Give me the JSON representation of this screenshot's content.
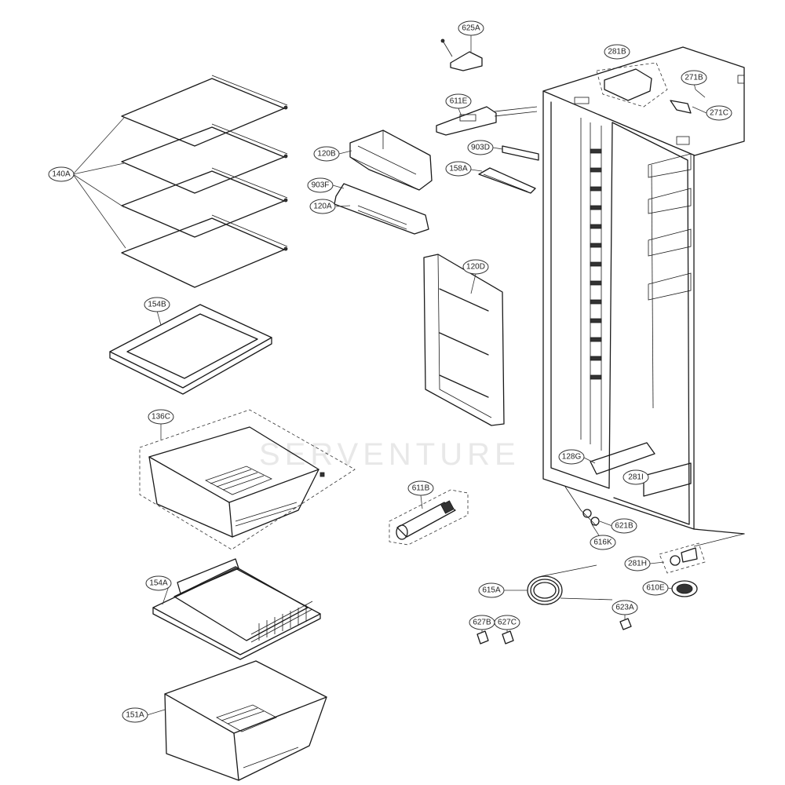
{
  "diagram": {
    "watermark": "SERVENTURE",
    "callouts": [
      {
        "id": "c140A",
        "label": "140A"
      },
      {
        "id": "c154B",
        "label": "154B"
      },
      {
        "id": "c136C",
        "label": "136C"
      },
      {
        "id": "c154A",
        "label": "154A"
      },
      {
        "id": "c151A",
        "label": "151A"
      },
      {
        "id": "c625A",
        "label": "625A"
      },
      {
        "id": "c611E",
        "label": "611E"
      },
      {
        "id": "c120B",
        "label": "120B"
      },
      {
        "id": "c903F",
        "label": "903F"
      },
      {
        "id": "c120A",
        "label": "120A"
      },
      {
        "id": "c903D",
        "label": "903D"
      },
      {
        "id": "c158A",
        "label": "158A"
      },
      {
        "id": "c120D",
        "label": "120D"
      },
      {
        "id": "c281B",
        "label": "281B"
      },
      {
        "id": "c271B",
        "label": "271B"
      },
      {
        "id": "c271C",
        "label": "271C"
      },
      {
        "id": "c128G",
        "label": "128G"
      },
      {
        "id": "c281I",
        "label": "281I"
      },
      {
        "id": "c611B",
        "label": "611B"
      },
      {
        "id": "c621B",
        "label": "621B"
      },
      {
        "id": "c616K",
        "label": "616K"
      },
      {
        "id": "c281H",
        "label": "281H"
      },
      {
        "id": "c615A",
        "label": "615A"
      },
      {
        "id": "c610E",
        "label": "610E"
      },
      {
        "id": "c623A",
        "label": "623A"
      },
      {
        "id": "c627B",
        "label": "627B"
      },
      {
        "id": "c627C",
        "label": "627C"
      }
    ]
  }
}
